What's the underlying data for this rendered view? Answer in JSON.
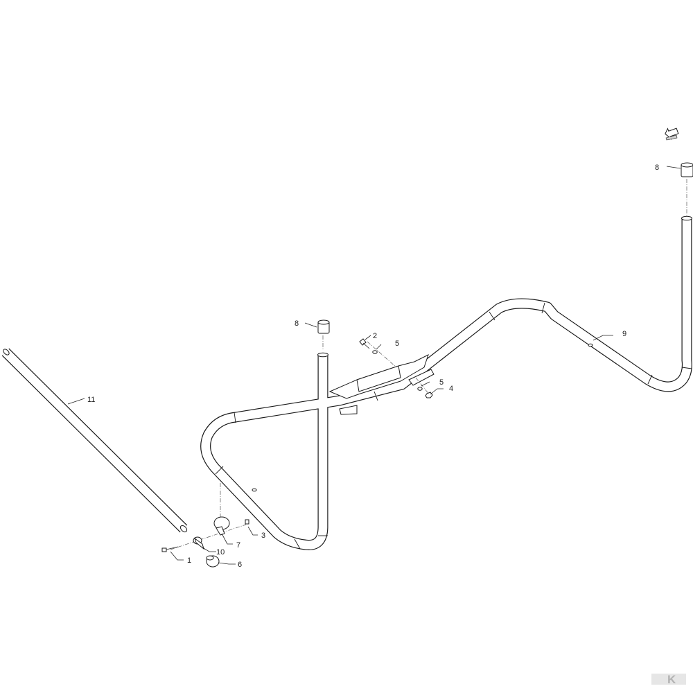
{
  "callouts": {
    "c1": "1",
    "c2": "2",
    "c3": "3",
    "c4": "4",
    "c5a": "5",
    "c5b": "5",
    "c6": "6",
    "c7": "7",
    "c8a": "8",
    "c8b": "8",
    "c9": "9",
    "c10": "10",
    "c11": "11"
  },
  "logo": {
    "text": "K",
    "color": "#b3b3b3"
  },
  "direction_arrow": {
    "icon": "direction-arrow-icon"
  }
}
